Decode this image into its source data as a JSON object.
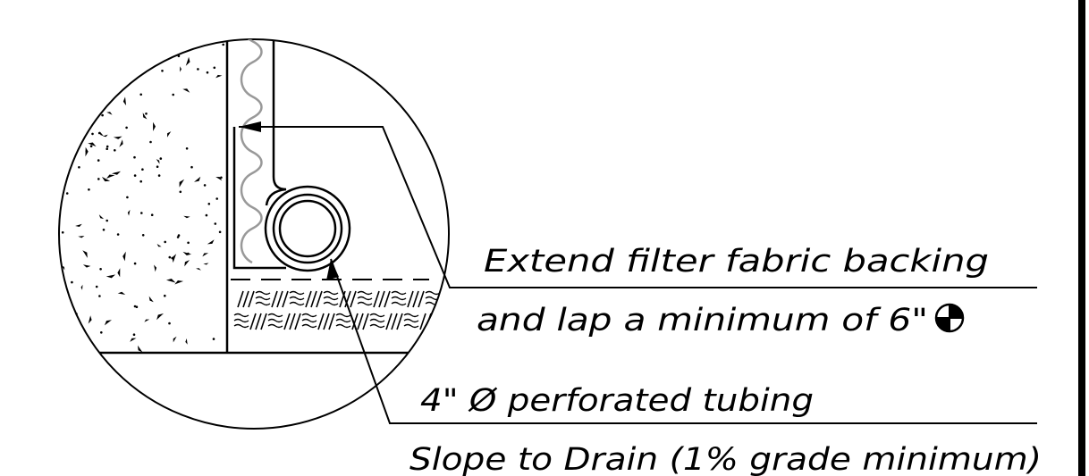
{
  "detail": {
    "callouts": [
      {
        "line1": "Extend filter fabric backing",
        "line2": "and lap a minimum of 6\"",
        "symbol": "centerline-symbol"
      },
      {
        "line1": "4\" Ø perforated tubing",
        "line2": "Slope to Drain (1% grade minimum)"
      }
    ],
    "materials": {
      "concrete_wall": "concrete-hatch",
      "drainage_mat": "dimpled-drainage-board",
      "filter_fabric": "filter-fabric-wrap",
      "pipe": "perforated-pipe",
      "base": "compacted-earth-hatch"
    },
    "colors": {
      "line": "#000000",
      "drainage_mat": "#999999",
      "background": "#ffffff"
    }
  }
}
